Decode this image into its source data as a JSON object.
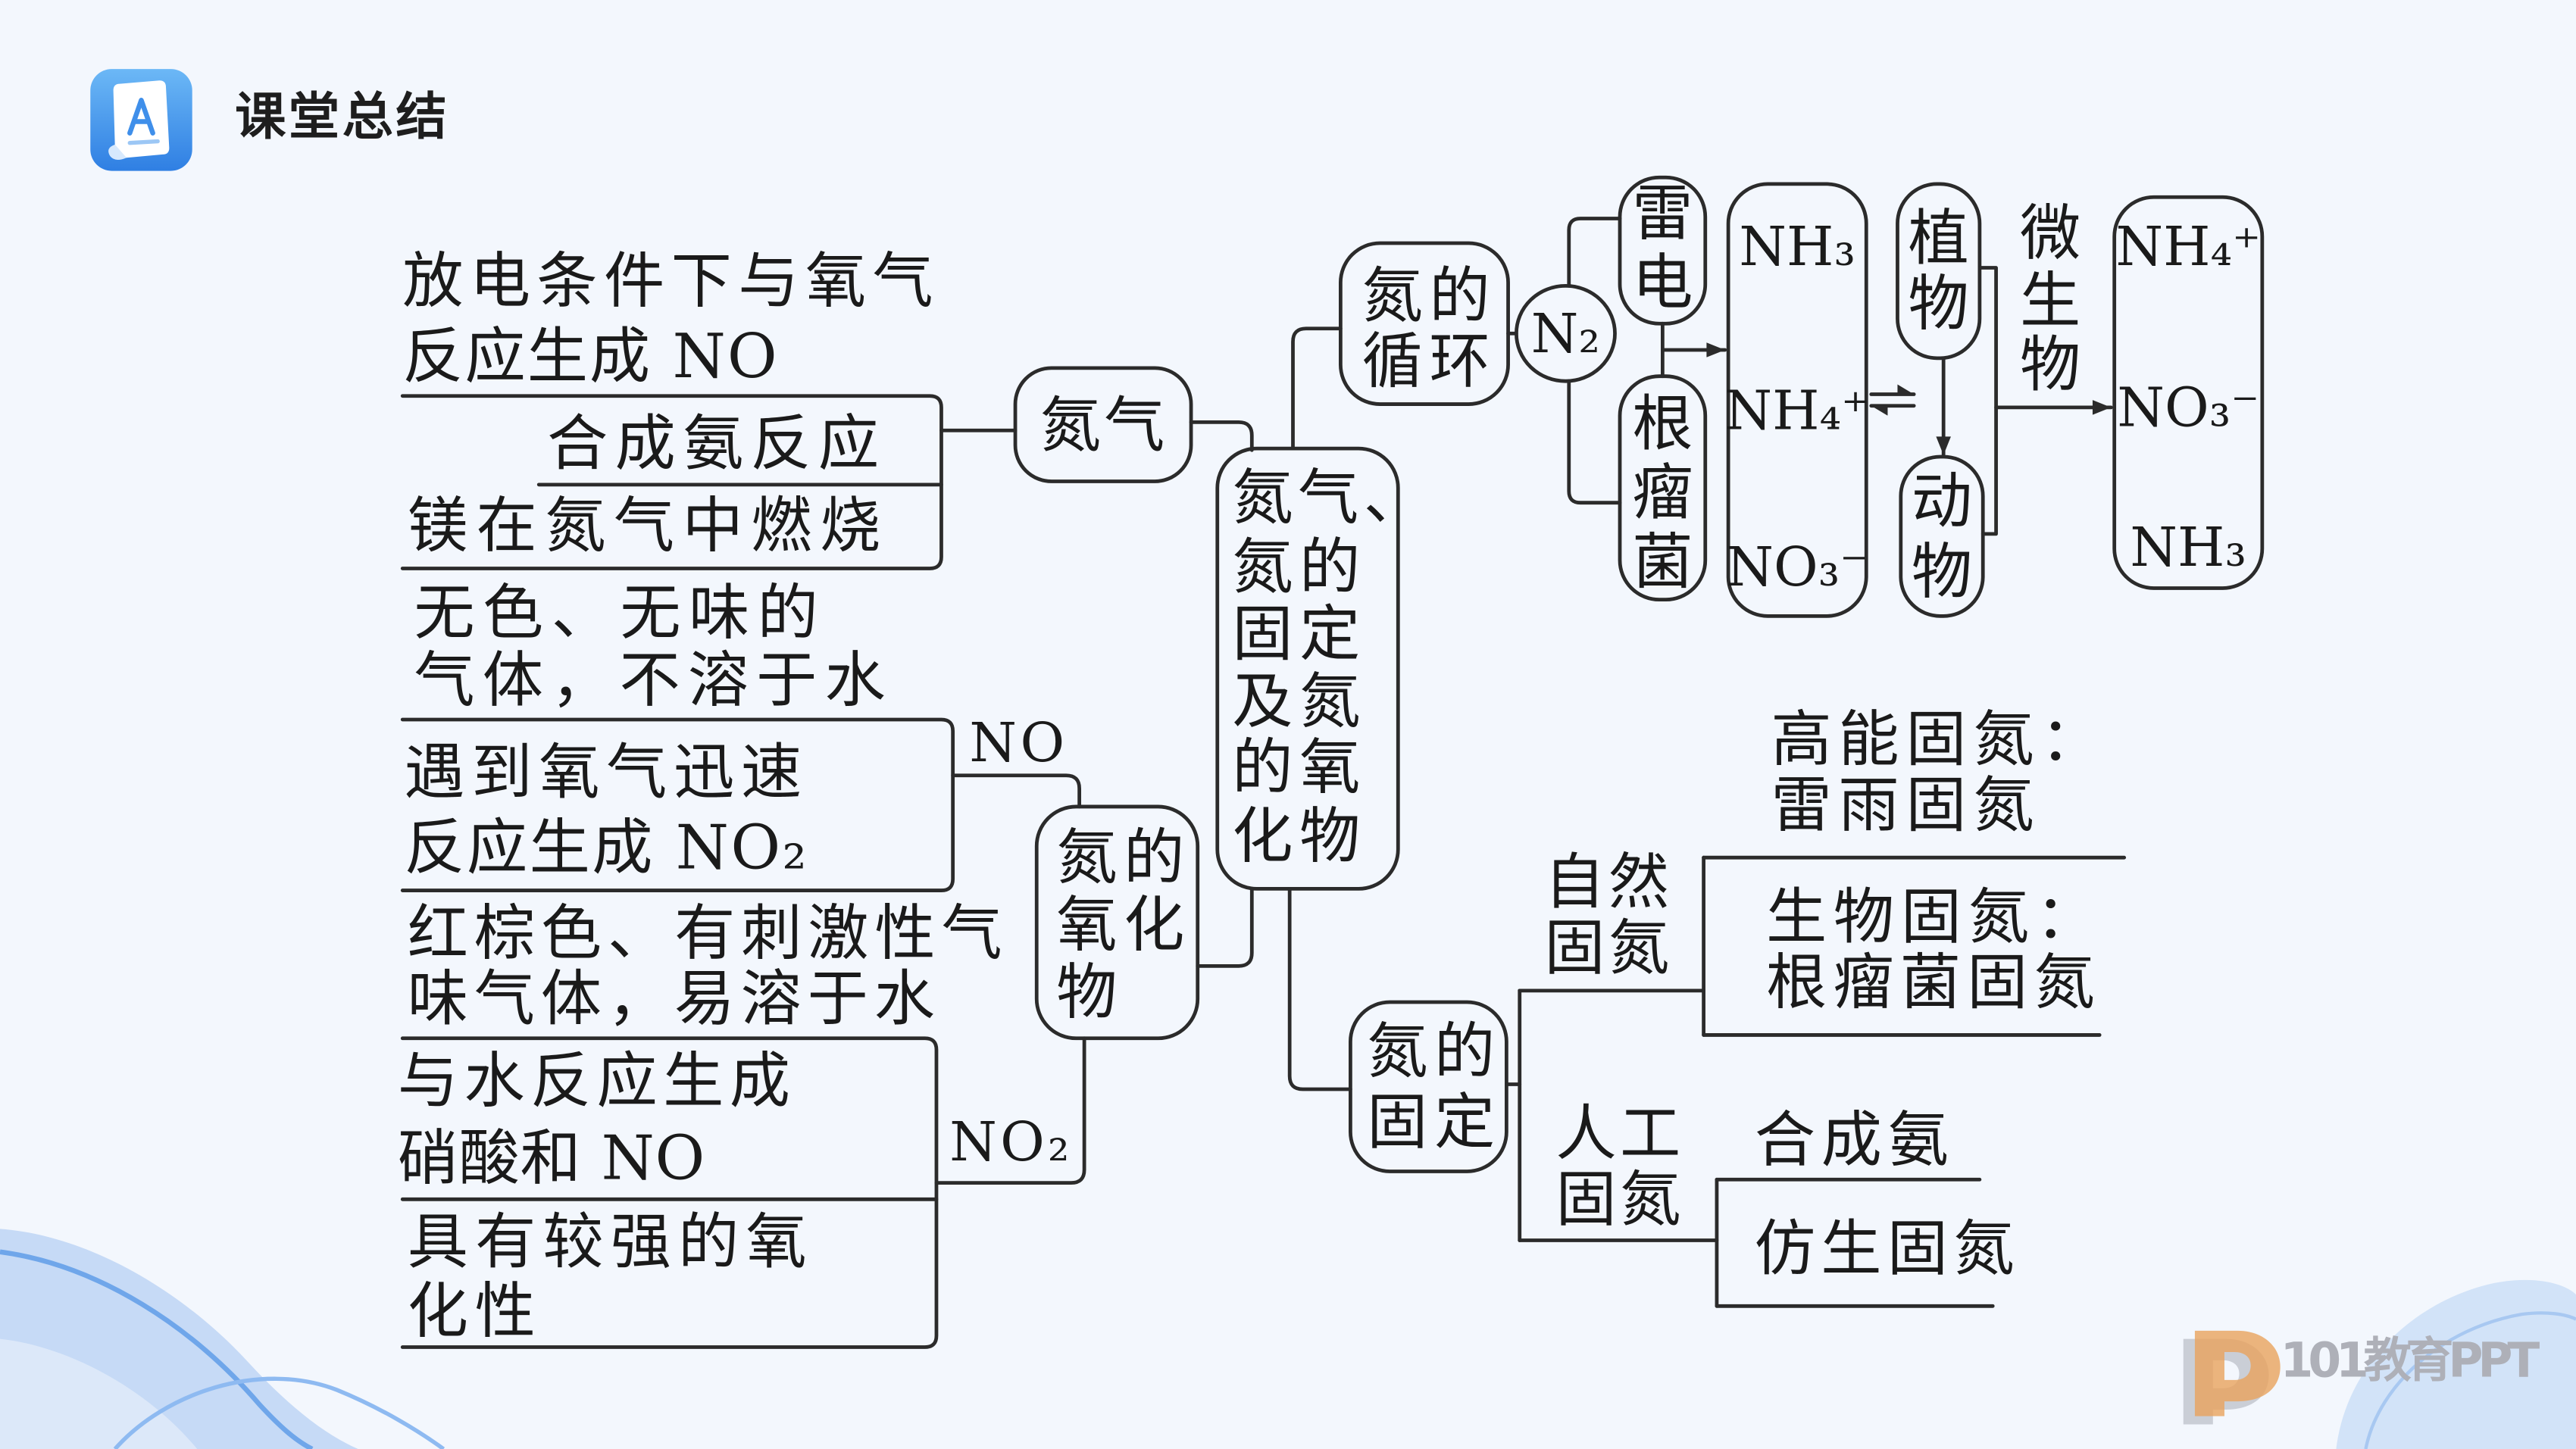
{
  "header": {
    "title": "课堂总结",
    "icon": "document-letter-a-icon"
  },
  "central_node": {
    "lines": [
      "氮气、",
      "氮的",
      "固定",
      "及氮",
      "的氧",
      "化物"
    ]
  },
  "nitrogen_gas": {
    "label": "氮气",
    "properties": [
      {
        "lines": [
          "放电条件下与氧气",
          "反应生成 NO"
        ]
      },
      {
        "lines": [
          "合成氨反应"
        ]
      },
      {
        "lines": [
          "镁在氮气中燃烧"
        ]
      }
    ]
  },
  "nitrogen_oxides": {
    "label_lines": [
      "氮的",
      "氧化",
      "物"
    ],
    "no": {
      "label": "NO",
      "properties": [
        {
          "lines": [
            "无色、无味的",
            "气体，不溶于水"
          ]
        },
        {
          "lines": [
            "遇到氧气迅速",
            "反应生成 NO₂"
          ]
        }
      ]
    },
    "no2": {
      "label": "NO₂",
      "properties": [
        {
          "lines": [
            "红棕色、有刺激性气",
            "味气体，易溶于水"
          ]
        },
        {
          "lines": [
            "与水反应生成",
            "硝酸和 NO"
          ]
        },
        {
          "lines": [
            "具有较强的氧",
            "化性"
          ]
        }
      ]
    }
  },
  "nitrogen_cycle": {
    "label_lines": [
      "氮的",
      "循环"
    ],
    "source": "N₂",
    "lightning": {
      "chars": [
        "雷",
        "电"
      ]
    },
    "rhizobia": {
      "chars": [
        "根",
        "瘤",
        "菌"
      ]
    },
    "compounds": [
      "NH₃",
      "NH₄⁺",
      "NO₃⁻"
    ],
    "plants": {
      "chars": [
        "植",
        "物"
      ]
    },
    "animals": {
      "chars": [
        "动",
        "物"
      ]
    },
    "microbes": {
      "chars": [
        "微",
        "生",
        "物"
      ]
    },
    "products": [
      "NH₄⁺",
      "NO₃⁻",
      "NH₃"
    ]
  },
  "nitrogen_fixation": {
    "label_lines": [
      "氮的",
      "固定"
    ],
    "natural": {
      "label_lines": [
        "自然",
        "固氮"
      ],
      "types": [
        {
          "lines": [
            "高能固氮：",
            "雷雨固氮"
          ]
        },
        {
          "lines": [
            "生物固氮：",
            "根瘤菌固氮"
          ]
        }
      ]
    },
    "artificial": {
      "label_lines": [
        "人工",
        "固氮"
      ],
      "types": [
        {
          "lines": [
            "合成氨"
          ]
        },
        {
          "lines": [
            "仿生固氮"
          ]
        }
      ]
    }
  },
  "watermark": {
    "text": "101教育PPT",
    "logo": "p-logo-icon"
  },
  "colors": {
    "background": "#f3f7fd",
    "line": "#2b2b2b",
    "text": "#1a1a1a",
    "icon_accent": "#3f8fea",
    "decor_wave": "#c6daf6",
    "watermark": "#aeb0b8"
  }
}
